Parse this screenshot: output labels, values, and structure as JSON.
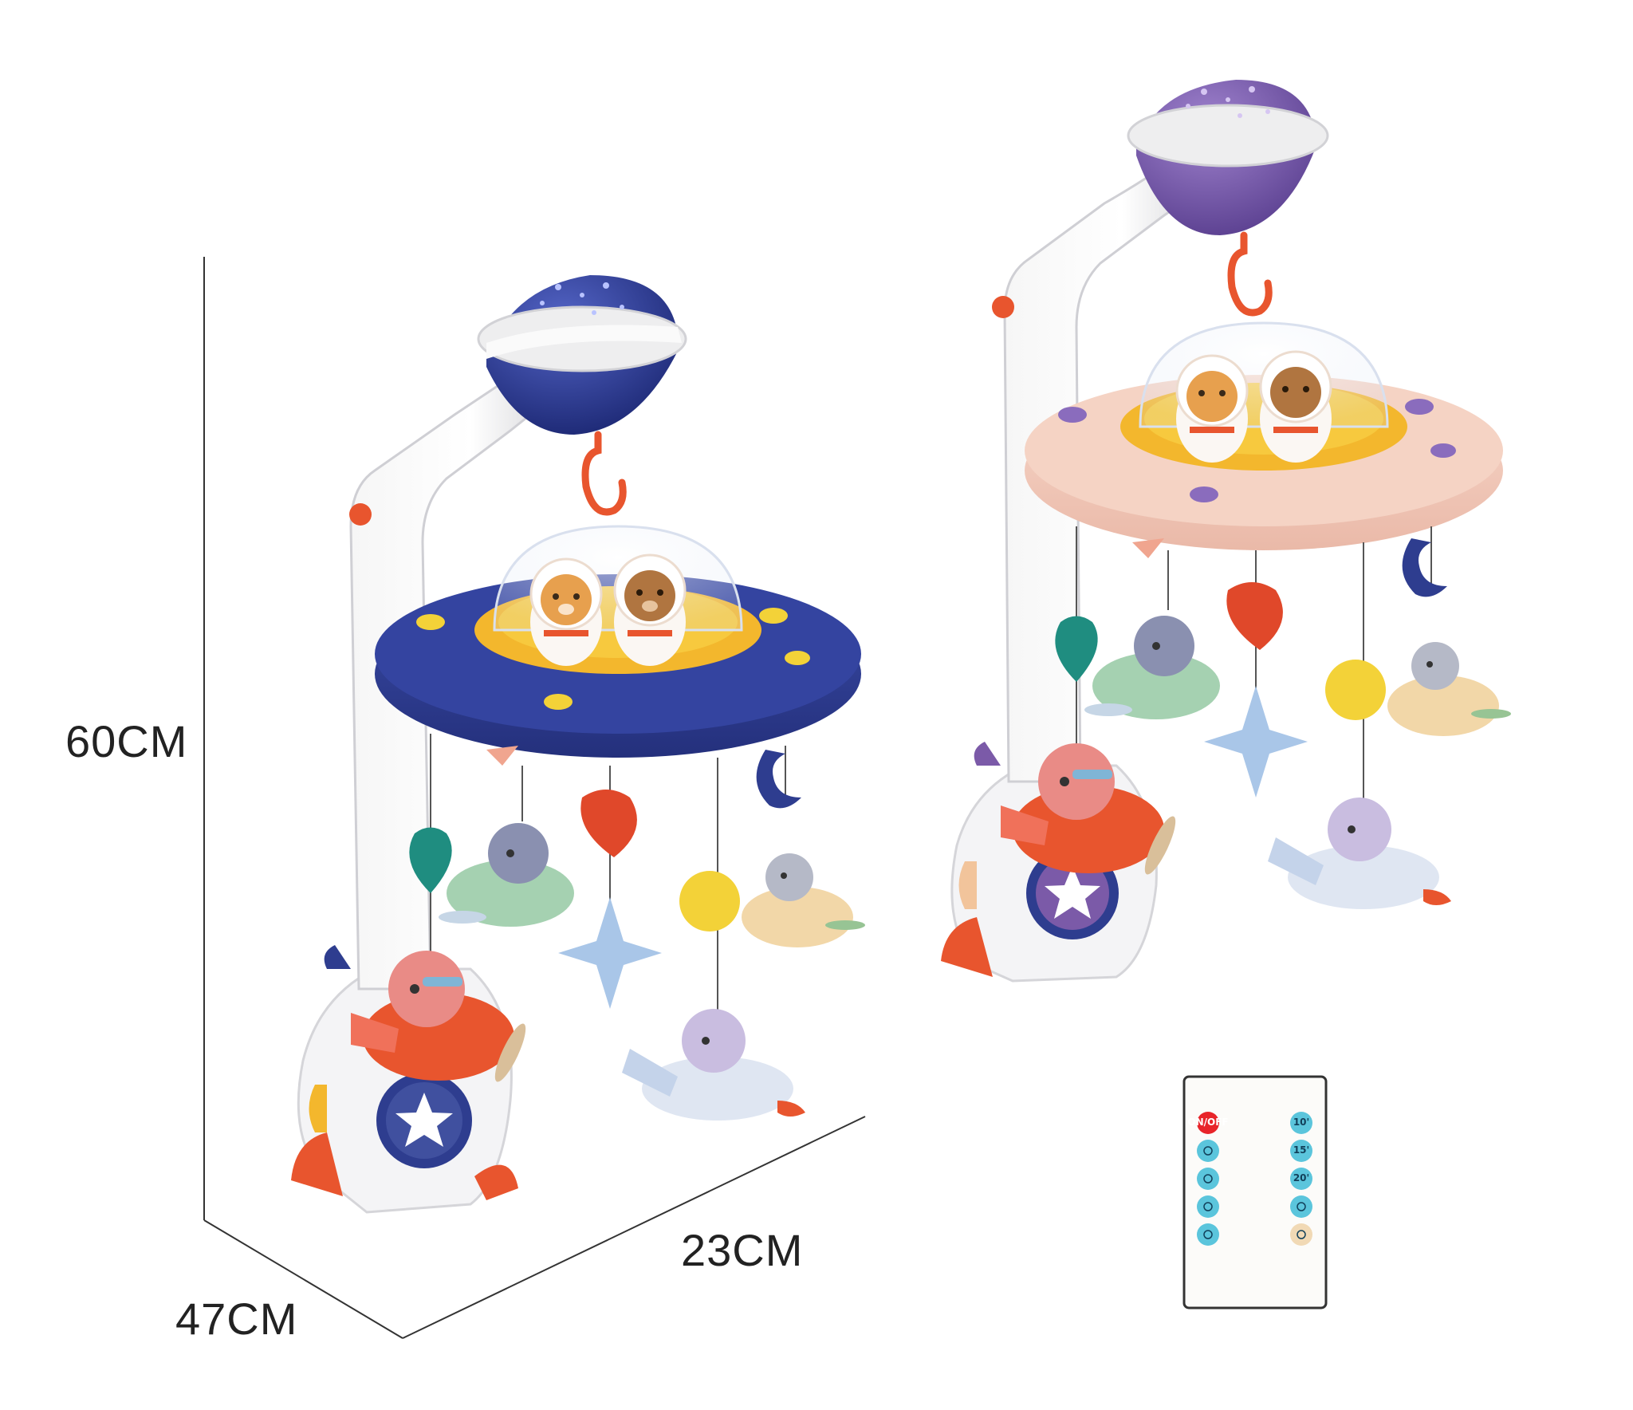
{
  "dimensions": {
    "height": "60CM",
    "width": "23CM",
    "depth": "47CM"
  },
  "products": [
    {
      "variant": "blue",
      "disc_color": "#2e3d8f",
      "dome_color": "#2a3a8c",
      "accent_color": "#e8552e"
    },
    {
      "variant": "pink",
      "disc_color": "#f3cdbf",
      "dome_color": "#7b5aa8",
      "accent_color": "#e8552e"
    }
  ],
  "remote": {
    "left_buttons": [
      {
        "label": "ON/OFF",
        "icon": "power-icon",
        "color": "#e8242a"
      },
      {
        "label": "",
        "icon": "light-bulb-icon",
        "color": "#5bc5dc"
      },
      {
        "label": "",
        "icon": "moon-icon",
        "color": "#5bc5dc"
      },
      {
        "label": "",
        "icon": "drop-icon",
        "color": "#5bc5dc"
      },
      {
        "label": "",
        "icon": "sun-icon",
        "color": "#5bc5dc"
      }
    ],
    "right_buttons": [
      {
        "label": "10'",
        "icon": "timer-icon",
        "color": "#5bc5dc"
      },
      {
        "label": "15'",
        "icon": "timer-icon",
        "color": "#5bc5dc"
      },
      {
        "label": "20'",
        "icon": "timer-icon",
        "color": "#5bc5dc"
      },
      {
        "label": "",
        "icon": "speaker-icon",
        "color": "#5bc5dc"
      },
      {
        "label": "",
        "icon": "repeat-icon",
        "color": "#f1d9b5"
      }
    ]
  }
}
